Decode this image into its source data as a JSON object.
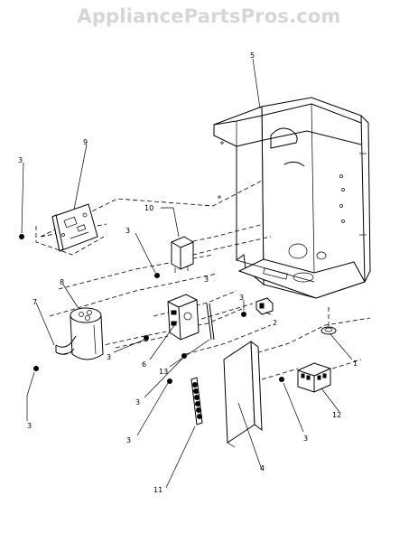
{
  "watermark": "AppliancePartsPros.com",
  "callouts": [
    {
      "id": "c1",
      "label": "1"
    },
    {
      "id": "c2",
      "label": "2"
    },
    {
      "id": "c3a",
      "label": "3"
    },
    {
      "id": "c3b",
      "label": "3"
    },
    {
      "id": "c3c",
      "label": "3"
    },
    {
      "id": "c3d",
      "label": "3"
    },
    {
      "id": "c3e",
      "label": "3"
    },
    {
      "id": "c3f",
      "label": "3"
    },
    {
      "id": "c3g",
      "label": "3"
    },
    {
      "id": "c3h",
      "label": "3"
    },
    {
      "id": "c3i",
      "label": "3"
    },
    {
      "id": "c4",
      "label": "4"
    },
    {
      "id": "c5",
      "label": "5"
    },
    {
      "id": "c6",
      "label": "6"
    },
    {
      "id": "c7",
      "label": "7"
    },
    {
      "id": "c8",
      "label": "8"
    },
    {
      "id": "c9",
      "label": "9"
    },
    {
      "id": "c10",
      "label": "10"
    },
    {
      "id": "c11",
      "label": "11"
    },
    {
      "id": "c12",
      "label": "12"
    },
    {
      "id": "c13",
      "label": "13"
    }
  ]
}
